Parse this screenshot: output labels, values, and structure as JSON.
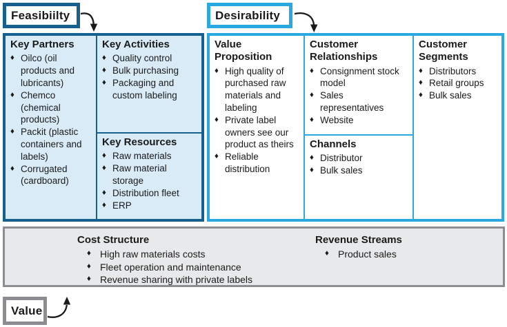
{
  "bullet": "♦",
  "colors": {
    "feasibility": "#15608e",
    "feasibility_fill": "#d8ebf7",
    "desirability": "#2aa9e0",
    "desirability_fill": "#ffffff",
    "value": "#8b8d90",
    "value_fill": "#e8e9ea",
    "text": "#1a1a1a"
  },
  "tags": {
    "feasibility": "Feasibiilty",
    "desirability": "Desirability",
    "value": "Value"
  },
  "sections": {
    "key_partners": {
      "title": "Key Partners",
      "items": [
        "Oilco (oil products and lubricants)",
        "Chemco (chemical products)",
        "Packit (plastic containers and labels)",
        "Corrugated (cardboard)"
      ]
    },
    "key_activities": {
      "title": "Key Activities",
      "items": [
        "Quality control",
        "Bulk purchasing",
        "Packaging and custom labeling"
      ]
    },
    "key_resources": {
      "title": "Key Resources",
      "items": [
        "Raw materials",
        "Raw material storage",
        "Distribution fleet",
        "ERP"
      ]
    },
    "value_proposition": {
      "title": "Value Proposition",
      "items": [
        "High quality of purchased raw materials and labeling",
        "Private label owners see our product as theirs",
        "Reliable distribution"
      ]
    },
    "customer_relationships": {
      "title": "Customer Relationships",
      "items": [
        "Consignment stock model",
        "Sales representatives",
        "Website"
      ]
    },
    "channels": {
      "title": "Channels",
      "items": [
        "Distributor",
        "Bulk sales"
      ]
    },
    "customer_segments": {
      "title": "Customer Segments",
      "items": [
        "Distributors",
        "Retail groups",
        "Bulk sales"
      ]
    },
    "cost_structure": {
      "title": "Cost Structure",
      "items": [
        "High raw materials costs",
        "Fleet operation and maintenance",
        "Revenue sharing with private labels"
      ]
    },
    "revenue_streams": {
      "title": "Revenue Streams",
      "items": [
        "Product sales"
      ]
    }
  }
}
